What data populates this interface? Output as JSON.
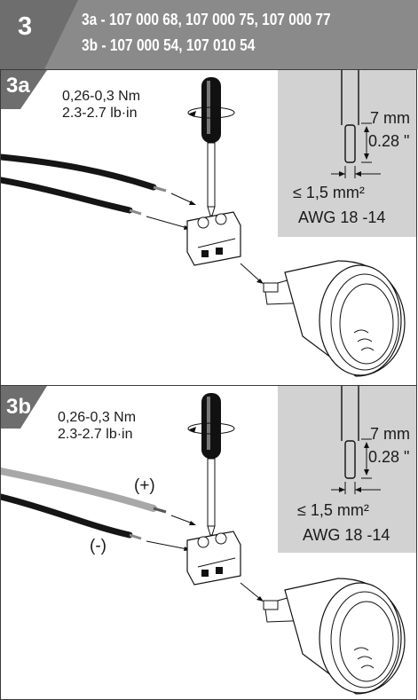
{
  "header": {
    "step_number": "3",
    "line_a": "3a - 107 000 68, 107 000 75, 107 000 77",
    "line_b": "3b - 107 000 54, 107 010 54"
  },
  "panel_a": {
    "label": "3a",
    "torque_nm": "0,26-0,3 Nm",
    "torque_lbin": "2.3-2.7 lb·in",
    "strip_mm": "7 mm",
    "strip_in": "0.28 \"",
    "cross_section": "≤ 1,5 mm²",
    "awg": "AWG 18 -14"
  },
  "panel_b": {
    "label": "3b",
    "torque_nm": "0,26-0,3 Nm",
    "torque_lbin": "2.3-2.7 lb·in",
    "strip_mm": "7 mm",
    "strip_in": "0.28 \"",
    "cross_section": "≤ 1,5 mm²",
    "awg": "AWG 18 -14",
    "plus_label": "(+)",
    "minus_label": "(-)"
  },
  "colors": {
    "header_bg": "#8a8a8a",
    "corner_tab": "#6e6e6e",
    "spec_box": "#d2d2d2",
    "wire_black": "#151515",
    "wire_grey": "#a8a8a8"
  }
}
